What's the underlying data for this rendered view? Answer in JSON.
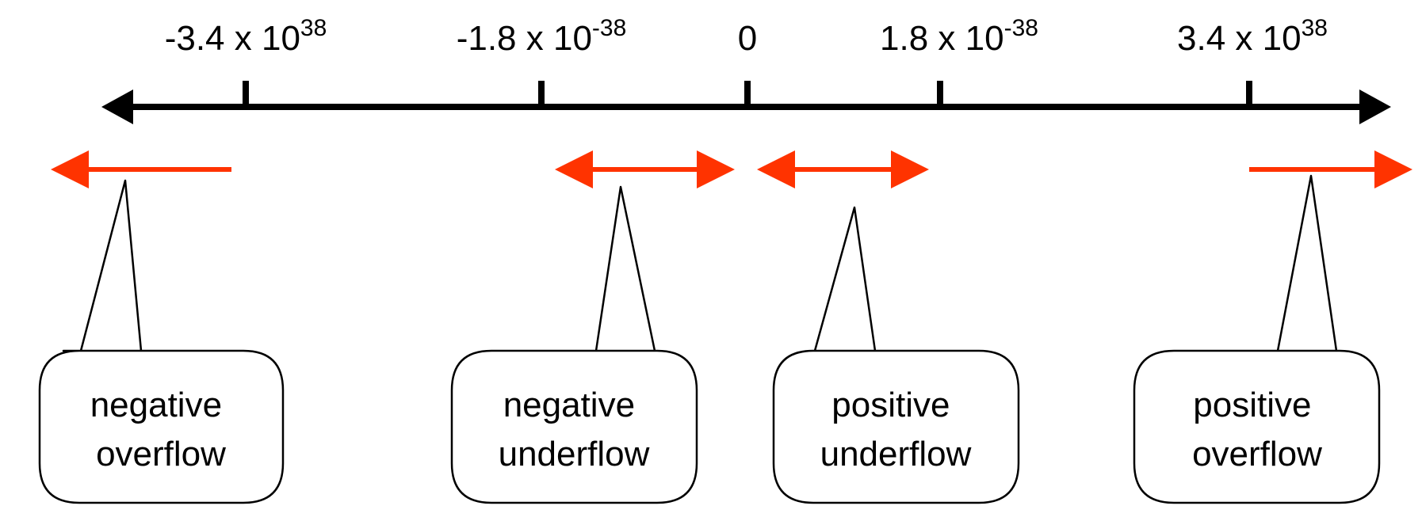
{
  "number_line": {
    "ticks": [
      {
        "base": "-3.4 x 10",
        "exponent": "38"
      },
      {
        "base": "-1.8 x 10",
        "exponent": "-38"
      },
      {
        "base": "0",
        "exponent": ""
      },
      {
        "base": "1.8 x 10",
        "exponent": "-38"
      },
      {
        "base": "3.4 x 10",
        "exponent": "38"
      }
    ]
  },
  "regions": [
    {
      "line1": "negative",
      "line2": "overflow"
    },
    {
      "line1": "negative",
      "line2": "underflow"
    },
    {
      "line1": "positive",
      "line2": "underflow"
    },
    {
      "line1": "positive",
      "line2": "overflow"
    }
  ],
  "colors": {
    "axis": "#000000",
    "range_arrow": "#ff3300"
  }
}
